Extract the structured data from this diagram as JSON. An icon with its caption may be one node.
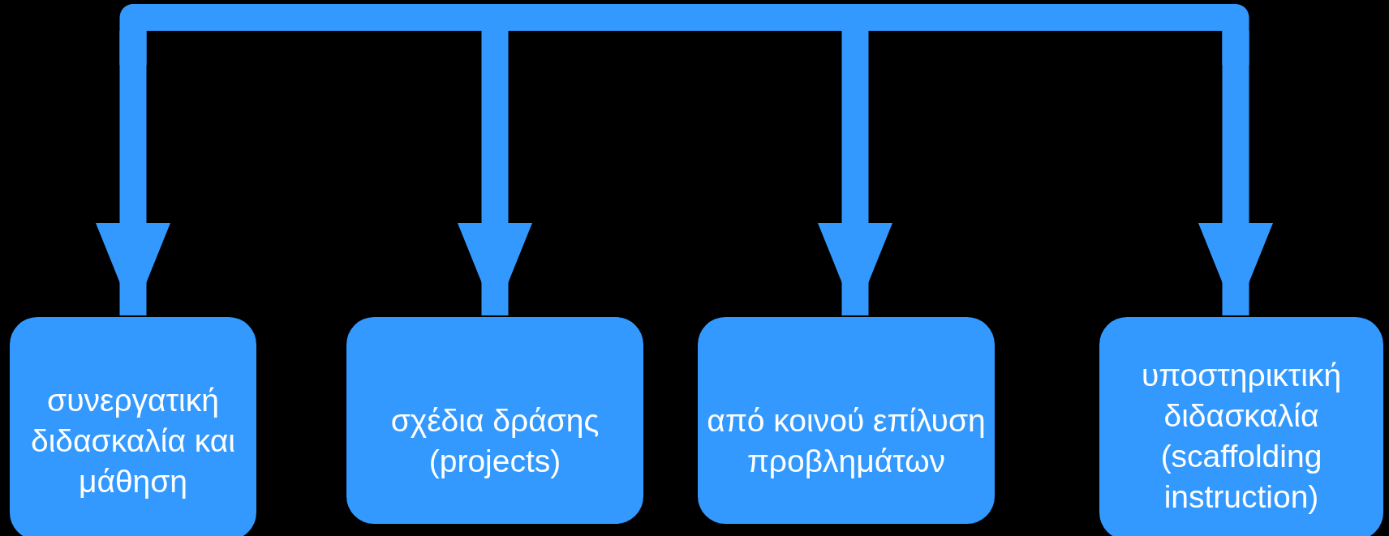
{
  "diagram": {
    "nodes": [
      {
        "text": [
          "συνεργατική διδασκαλία και μάθηση"
        ]
      },
      {
        "text": [
          "σχέδια δράσης (projects)"
        ]
      },
      {
        "text": [
          "από κοινού επίλυση προβλημάτων"
        ]
      },
      {
        "text": [
          "υποστηρικτική διδασκαλία (scaffolding instruction)"
        ]
      }
    ],
    "edges": [
      {
        "from": null,
        "to": 0,
        "arrow": "to"
      },
      {
        "from": null,
        "to": 1,
        "arrow": "to"
      },
      {
        "from": null,
        "to": 2,
        "arrow": "to"
      },
      {
        "from": null,
        "to": 3,
        "arrow": "to"
      }
    ]
  }
}
